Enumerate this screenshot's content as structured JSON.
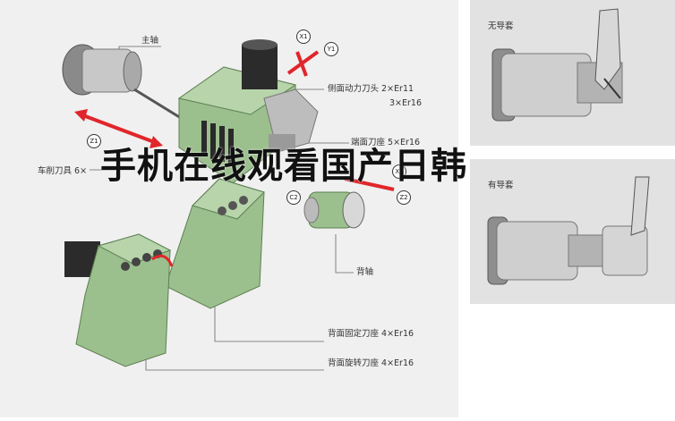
{
  "main_diagram": {
    "labels": {
      "spindle": "主轴",
      "side_tool": "侧面动力刀头",
      "side_tool_spec1": "2×Er11",
      "side_tool_spec2": "3×Er16",
      "end_tool": "端面刀座",
      "end_tool_spec": "5×Er16",
      "turning_tool": "车削刀具",
      "turning_tool_spec": "6×",
      "back_spindle": "背轴",
      "back_fixed": "背面固定刀座",
      "back_fixed_spec": "4×Er16",
      "back_rotary": "背面旋转刀座",
      "back_rotary_spec": "4×Er16"
    },
    "axes": {
      "x1": "X1",
      "y1": "Y1",
      "z1": "Z1",
      "c2": "C2",
      "x2": "X2",
      "z2": "Z2"
    }
  },
  "side_panels": {
    "no_guide": "无导套",
    "with_guide": "有导套"
  },
  "overlay_text": "手机在线观看国产日韩",
  "colors": {
    "machine_green": "#9cbf8e",
    "machine_green_dark": "#6f9563",
    "arrow_red": "#e0262b",
    "panel_bg": "#f0f0f0",
    "side_bg": "#e2e2e2"
  }
}
